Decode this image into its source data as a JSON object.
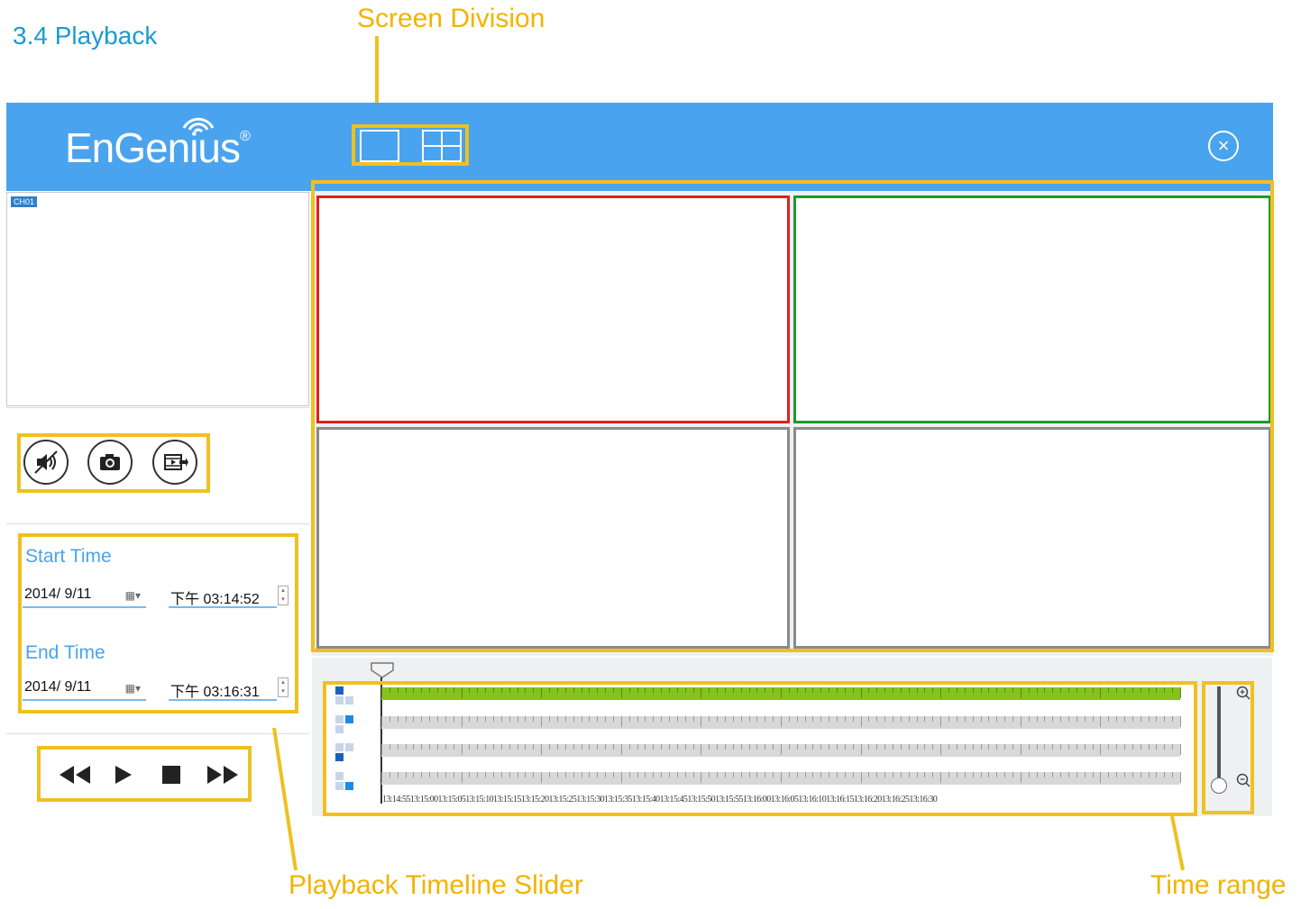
{
  "section": {
    "title": "3.4 Playback"
  },
  "callouts": {
    "screen_division": "Screen Division",
    "timeline_slider": "Playback Timeline Slider",
    "time_range": "Time range"
  },
  "app": {
    "brand": "EnGenius",
    "brand_mark": "®",
    "close_symbol": "×",
    "bar_color": "#4aa3ee"
  },
  "preview": {
    "channel_badge": "CH01"
  },
  "controls": {
    "mute_icon": "speaker-muted-icon",
    "snapshot_icon": "camera-icon",
    "record_icon": "video-record-icon"
  },
  "time": {
    "start_label": "Start Time",
    "start_date": "2014/  9/11",
    "start_time": "下午 03:14:52",
    "end_label": "End Time",
    "end_date": "2014/  9/11",
    "end_time": "下午 03:16:31"
  },
  "playback": {
    "rewind_icon": "rewind-icon",
    "play_icon": "play-icon",
    "stop_icon": "stop-icon",
    "forward_icon": "fast-forward-icon"
  },
  "timeline": {
    "labels": [
      "13:14:55",
      "13:15:00",
      "13:15:05",
      "13:15:10",
      "13:15:15",
      "13:15:20",
      "13:15:25",
      "13:15:30",
      "13:15:35",
      "13:15:40",
      "13:15:45",
      "13:15:50",
      "13:15:55",
      "13:16:00",
      "13:16:05",
      "13:16:10",
      "13:16:15",
      "13:16:20",
      "13:16:25",
      "13:16:30"
    ],
    "axis_text": "13:14:5513:15:0013:15:0513:15:1013:15:1513:15:2013:15:2513:15:3013:15:3513:15:4013:15:4513:15:5013:15:5513:16:0013:16:0513:16:1013:16:1513:16:2013:16:2513:16:30",
    "active_color": "#86c21e",
    "zoom_in": "+",
    "zoom_out": "−"
  },
  "grid_colors": {
    "cell1": "#e02020",
    "cell2": "#1a9a2a",
    "cell3": "#8a8a8a",
    "cell4": "#8a8a8a"
  }
}
